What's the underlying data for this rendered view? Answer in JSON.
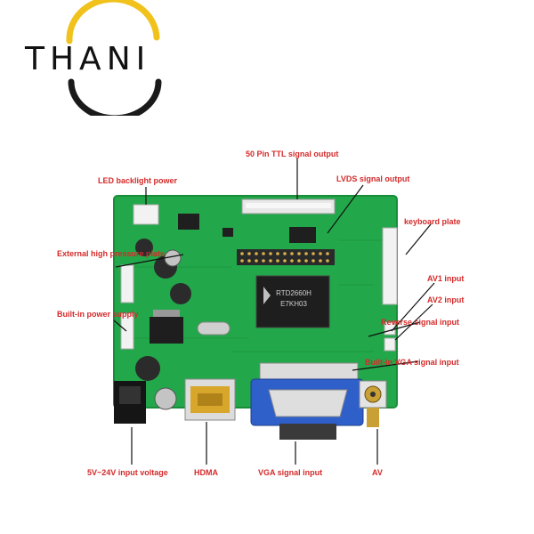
{
  "brand": {
    "name": "THANI",
    "arc_colors": [
      "#f1c21b",
      "#1a1a1a"
    ]
  },
  "chip_text": [
    "RTD2660H",
    "E7KH03"
  ],
  "labels": {
    "ttl": "50 Pin TTL signal output",
    "led": "LED backlight power",
    "lvds": "LVDS signal output",
    "keyboard": "keyboard plate",
    "ext_high": "External high pressure plate",
    "av1": "AV1 input",
    "av2": "AV2 input",
    "builtin": "Built-in power supply",
    "reverse": "Reverse signal input",
    "vga_in_right": "Built-in VGA signal input",
    "input_voltage": "5V~24V input voltage",
    "hdma": "HDMA",
    "vga": "VGA signal input",
    "av": "AV"
  },
  "colors": {
    "pcb": "#22a84a",
    "label": "#d42a2a",
    "vga": "#2f5fc9",
    "hdmi": "#d8a62a"
  }
}
